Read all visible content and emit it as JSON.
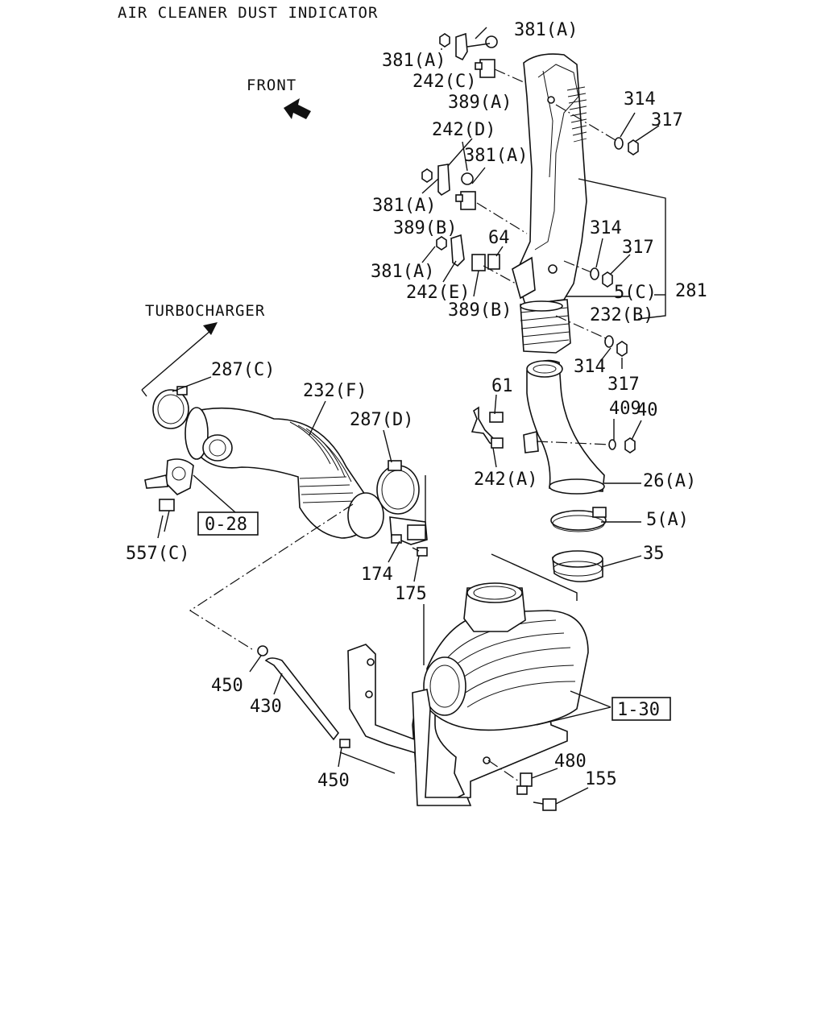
{
  "title": "AIR CLEANER DUST INDICATOR",
  "direction": {
    "front": "FRONT",
    "turbocharger": "TURBOCHARGER"
  },
  "refs": {
    "r028": "0-28",
    "r130": "1-30"
  },
  "labels": {
    "l381a_top": "381(A)",
    "l381a_left1": "381(A)",
    "l242c": "242(C)",
    "l389a": "389(A)",
    "l314_1": "314",
    "l317_1": "317",
    "l242d": "242(D)",
    "l381a_mid": "381(A)",
    "l381a_left2": "381(A)",
    "l389b_1": "389(B)",
    "l64": "64",
    "l314_2": "314",
    "l317_2": "317",
    "l381a_left3": "381(A)",
    "l5c": "5(C)",
    "l281": "281",
    "l242e": "242(E)",
    "l389b_2": "389(B)",
    "l232b": "232(B)",
    "l314_3": "314",
    "l317_3": "317",
    "l287c": "287(C)",
    "l232f": "232(F)",
    "l287d": "287(D)",
    "l61": "61",
    "l409": "409",
    "l40": "40",
    "l242a": "242(A)",
    "l26a": "26(A)",
    "l5a": "5(A)",
    "l35": "35",
    "l557c": "557(C)",
    "l174": "174",
    "l175": "175",
    "l450_1": "450",
    "l430": "430",
    "l450_2": "450",
    "l480": "480",
    "l155": "155"
  }
}
